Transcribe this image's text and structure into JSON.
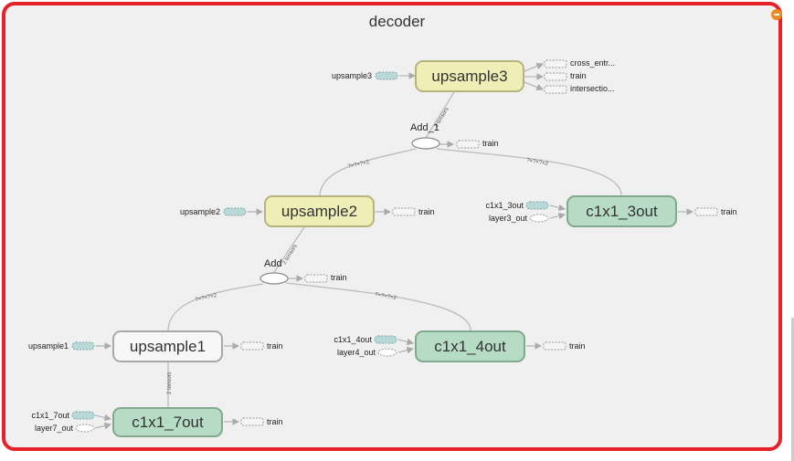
{
  "title": "decoder",
  "nodes": {
    "upsample3": "upsample3",
    "upsample2": "upsample2",
    "upsample1": "upsample1",
    "c1x1_3out": "c1x1_3out",
    "c1x1_4out": "c1x1_4out",
    "c1x1_7out": "c1x1_7out"
  },
  "ops": {
    "add1": "Add_1",
    "add": "Add"
  },
  "inputs": {
    "upsample3": "upsample3",
    "upsample2": "upsample2",
    "upsample1": "upsample1",
    "c1x1_3out": "c1x1_3out",
    "layer3_out": "layer3_out",
    "c1x1_4out": "c1x1_4out",
    "layer4_out": "layer4_out",
    "c1x1_7out": "c1x1_7out",
    "layer7_out": "layer7_out"
  },
  "outputs": {
    "cross_entr": "cross_entr...",
    "train": "train",
    "intersectio": "intersectio..."
  },
  "edge_labels": {
    "two_tensors": "2 tensors",
    "shape": "?×?×?×2"
  },
  "colors": {
    "frame": "#e8202a",
    "upsample_fill": "#efeeb7",
    "conv_fill": "#b6dcc6",
    "collapse": "#f08a24"
  }
}
